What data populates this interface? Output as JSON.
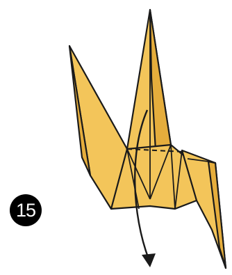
{
  "step": {
    "number": "15"
  },
  "colors": {
    "paper": "#f3c55a",
    "paper_shade": "#e5ad3c",
    "outline": "#1a1a1a",
    "badge": "#000000",
    "badge_text": "#ffffff"
  },
  "figure": {
    "subject": "origami-crane-in-progress",
    "instruction": "valley-fold-down-along-dashed-line",
    "icons": [
      "dashed-fold-line",
      "curved-fold-arrow"
    ]
  }
}
